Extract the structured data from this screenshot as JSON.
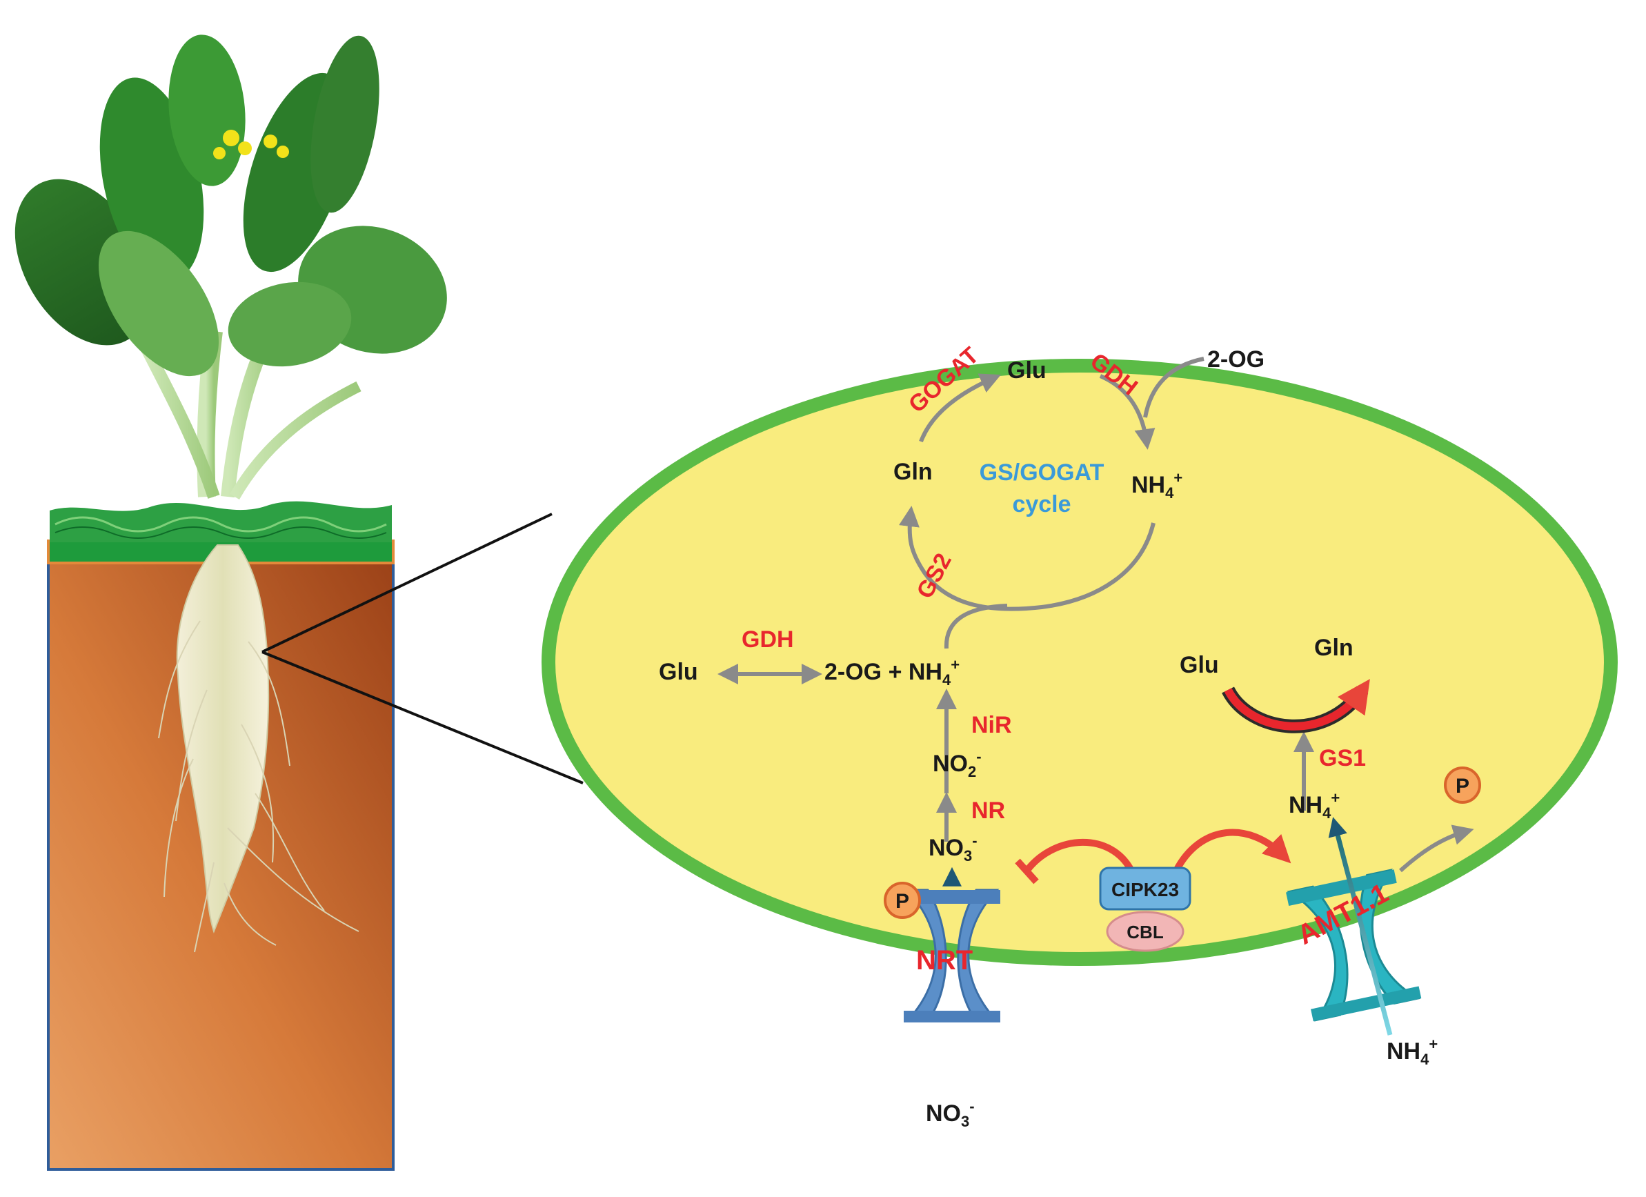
{
  "labels": {
    "glu_top": "Glu",
    "og_top": "2-OG",
    "gln_cycle": "Gln",
    "nh4_cycle": "NH",
    "cycle_line1": "GS/GOGAT",
    "cycle_line2": "cycle",
    "glu_left": "Glu",
    "og_nh4": "2-OG + NH",
    "no2": "NO",
    "no3_in": "NO",
    "glu_right": "Glu",
    "gln_right": "Gln",
    "nh4_in": "NH",
    "nh4_out": "NH",
    "no3_out": "NO",
    "sub_4": "4",
    "sub_2": "2",
    "sub_3": "3",
    "sup_plus": "+",
    "sup_minus": "-"
  },
  "enzymes": {
    "gogat": "GOGAT",
    "gdh_top": "GDH",
    "gs2": "GS2",
    "gdh_left": "GDH",
    "nir": "NiR",
    "nr": "NR",
    "gs1": "GS1",
    "nrt": "NRT",
    "amt": "AMT1.1"
  },
  "proteins": {
    "cipk23": "CIPK23",
    "cbl": "CBL",
    "phospho_left": "P",
    "phospho_right": "P"
  },
  "colors": {
    "membrane": "#5bbb46",
    "cytoplasm": "#f9ec7e",
    "enzyme_text": "#e8262d",
    "cycle_text": "#3a9ad9",
    "soil_dark": "#b5521f",
    "soil_light": "#e9a064",
    "nrt_transporter": "#5b8fc9",
    "amt_transporter": "#2ab5c2",
    "cipk23_box": "#6fb3e0",
    "cbl_box": "#f2b6b6",
    "phospho": "#f7a35c",
    "arrow_grey": "#8a8a8a"
  }
}
